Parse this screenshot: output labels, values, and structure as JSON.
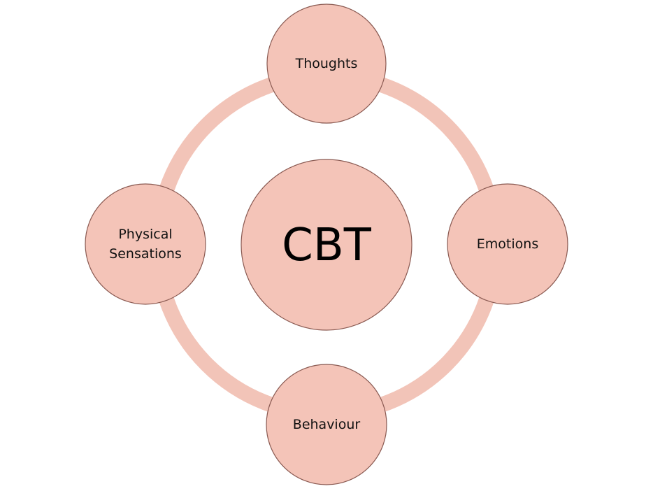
{
  "diagram": {
    "center": {
      "label": "CBT"
    },
    "nodes": [
      {
        "id": "thoughts",
        "lines": [
          "Thoughts"
        ]
      },
      {
        "id": "emotions",
        "lines": [
          "Emotions"
        ]
      },
      {
        "id": "behaviour",
        "lines": [
          "Behaviour"
        ]
      },
      {
        "id": "physical-sensations",
        "lines": [
          "Physical",
          "Sensations"
        ]
      }
    ]
  },
  "colors": {
    "ring": "#f2c4b8",
    "node_fill": "#f4c4b8",
    "node_stroke": "#8a5a52",
    "text": "#111111"
  }
}
